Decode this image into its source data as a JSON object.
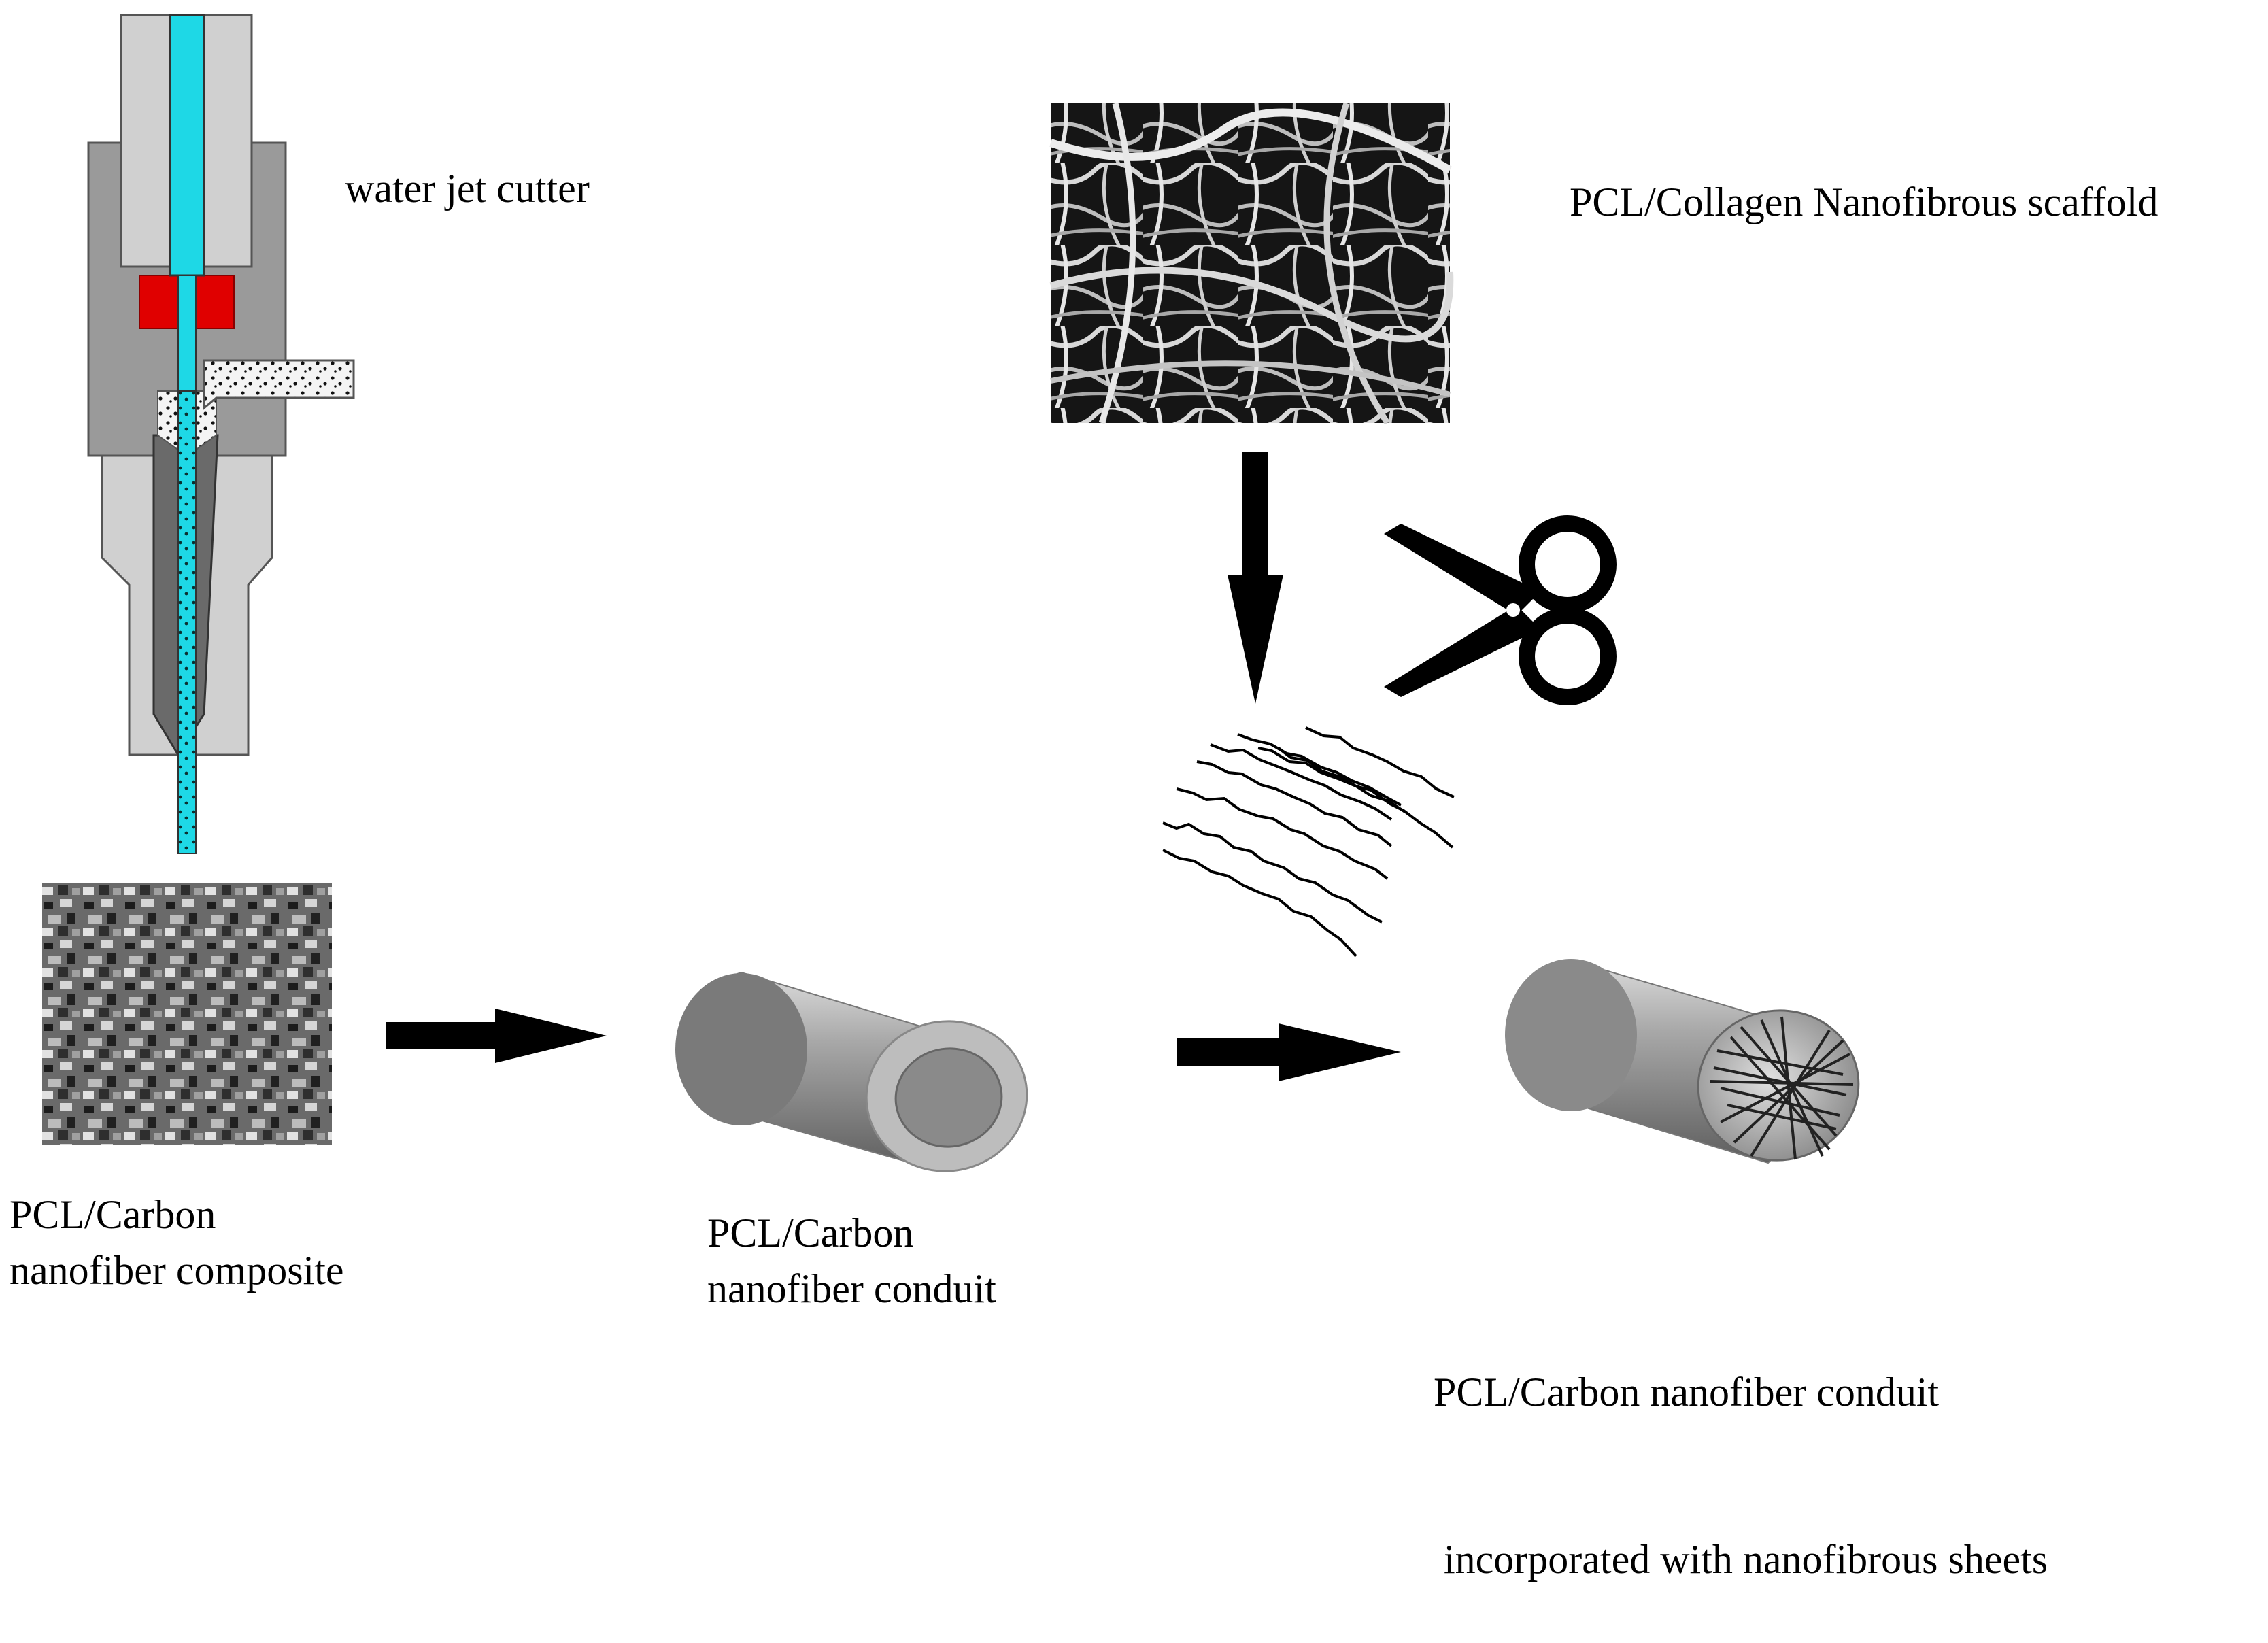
{
  "labels": {
    "water_jet": "water jet cutter",
    "scaffold": "PCL/Collagen Nanofibrous scaffold",
    "composite": [
      "PCL/Carbon",
      "nanofiber composite"
    ],
    "conduit": [
      "PCL/Carbon",
      "nanofiber conduit"
    ],
    "final": [
      "PCL/Carbon nanofiber conduit",
      " incorporated with nanofibrous sheets"
    ]
  },
  "colors": {
    "water": "#1ed8e6",
    "seal": "#e00000",
    "nozzle_body": "#9a9a9a",
    "nozzle_outer": "#d0d0d0",
    "arrow": "#000000",
    "tube": "#9c9c9c"
  },
  "icons": {
    "cutter": "water-jet-nozzle-icon",
    "tool": "scissors-icon"
  }
}
